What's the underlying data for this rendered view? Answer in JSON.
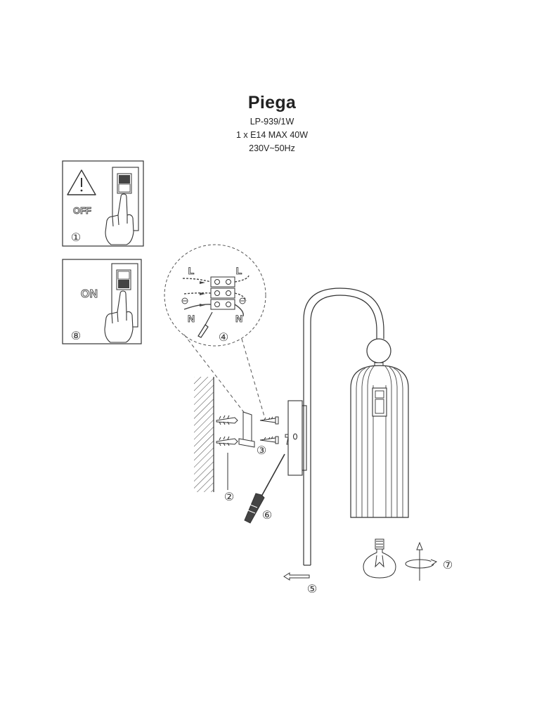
{
  "product": {
    "name": "Piega",
    "model": "LP-939/1W",
    "bulb": "1 x E14 MAX 40W",
    "voltage": "230V~50Hz"
  },
  "steps": {
    "s1": "①",
    "s2": "②",
    "s3": "③",
    "s4": "④",
    "s5": "⑤",
    "s6": "⑥",
    "s7": "⑦",
    "s8": "⑧"
  },
  "switch_labels": {
    "off": "OFF",
    "on": "ON"
  },
  "wire_labels": {
    "live_left": "L",
    "live_right": "L",
    "neutral_left": "N",
    "neutral_right": "N"
  },
  "colors": {
    "line": "#222222",
    "mid": "#555555",
    "light": "#888888",
    "paper": "#ffffff"
  },
  "icons": [
    "warning-icon",
    "switch-icon",
    "hand-icon",
    "screwdriver-icon",
    "screw-icon",
    "wall-plug-icon",
    "light-bulb-icon",
    "rotate-icon",
    "arrow-left-icon"
  ]
}
